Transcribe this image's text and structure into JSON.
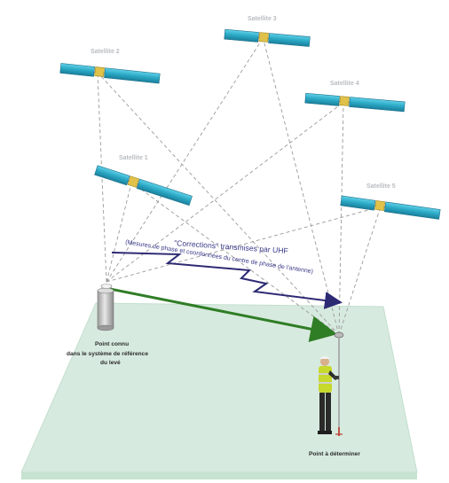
{
  "satellites": [
    {
      "id": "sat-1",
      "label": "Satellite 1"
    },
    {
      "id": "sat-2",
      "label": "Satellite 2"
    },
    {
      "id": "sat-3",
      "label": "Satellite 3"
    },
    {
      "id": "sat-4",
      "label": "Satellite 4"
    },
    {
      "id": "sat-5",
      "label": "Satellite 5"
    }
  ],
  "transmission": {
    "title": "\"Corrections\" transmises par UHF",
    "subtitle": "(Mesures de phase et coordonnées du centre de phase de l'antenne)"
  },
  "known_point": {
    "line1": "Point connu",
    "line2": "dans le système de référence",
    "line3": "du levé"
  },
  "unknown_point": {
    "label": "Point à déterminer"
  },
  "colors": {
    "ground": "#d7eadf",
    "ground_edge": "#b9d8c6",
    "panel": "#2aa8c4",
    "sat_body": "#e0c24a",
    "baseline": "#2f7d25",
    "uhf_arrow": "#2d2a74",
    "sight_lines": "#9a9a9a"
  }
}
